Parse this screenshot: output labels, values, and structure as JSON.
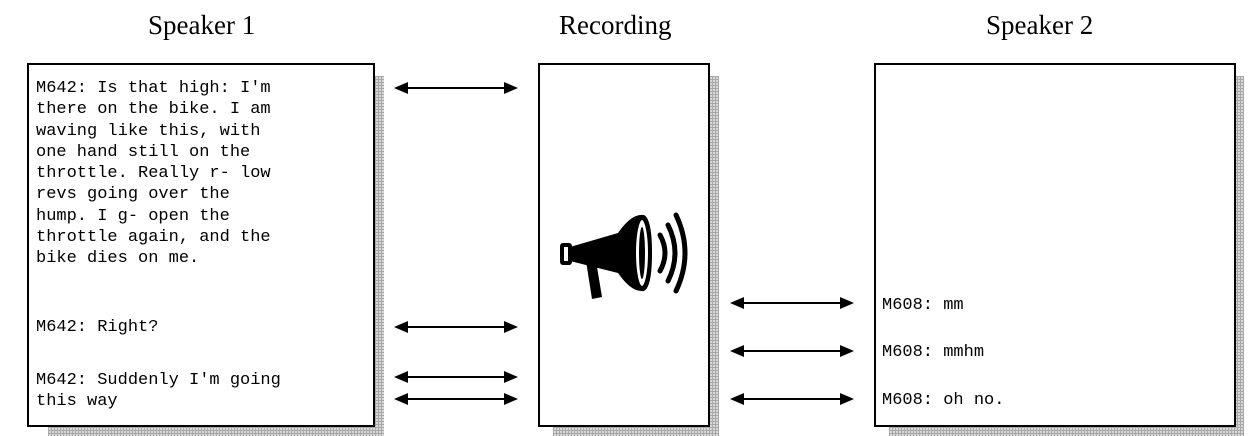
{
  "headings": {
    "speaker1": "Speaker 1",
    "recording": "Recording",
    "speaker2": "Speaker 2"
  },
  "speaker1_utterances": [
    "M642: Is that high: I'm\nthere on the bike. I am\nwaving like this, with\none hand still on the\nthrottle. Really r- low\nrevs going over the\nhump. I g- open the\nthrottle again, and the\nbike dies on me.",
    "M642: Right?",
    "M642: Suddenly I'm going\nthis way"
  ],
  "speaker2_utterances": [
    "M608: mm",
    "M608: mmhm",
    "M608: oh no."
  ],
  "icons": {
    "recording": "megaphone-icon",
    "link": "double-headed-arrow-icon"
  },
  "colors": {
    "border": "#000000",
    "shadow": "#d8d8d8"
  }
}
